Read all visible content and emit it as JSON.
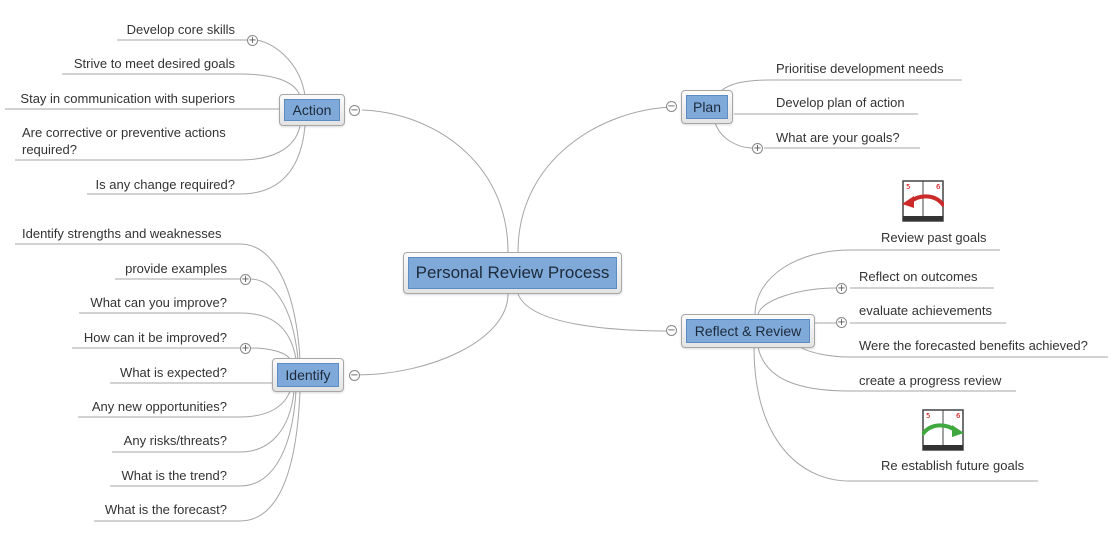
{
  "central": {
    "label": "Personal Review Process"
  },
  "branches": {
    "action": {
      "label": "Action",
      "items": [
        "Develop core skills",
        "Strive to meet desired goals",
        "Stay in communication with superiors",
        "Are corrective or preventive actions required?",
        "Is any change required?"
      ]
    },
    "plan": {
      "label": "Plan",
      "items": [
        "Prioritise development needs",
        "Develop plan of action",
        "What are your goals?"
      ]
    },
    "identify": {
      "label": "Identify",
      "items": [
        "Identify strengths and weaknesses",
        "provide examples",
        "What can you improve?",
        "How can it be improved?",
        "What is expected?",
        "Any new opportunities?",
        "Any risks/threats?",
        "What is the trend?",
        "What is the forecast?"
      ]
    },
    "reflect": {
      "label": "Reflect & Review",
      "items": [
        "Review past goals",
        "Reflect on outcomes",
        "evaluate achievements",
        "Were the forecasted benefits achieved?",
        "create a progress review",
        "Re establish future goals"
      ]
    }
  },
  "toggles": {
    "expand": "+",
    "collapse": "−"
  },
  "icons": {
    "past_goals": "calendar-back-arrow-icon",
    "future_goals": "calendar-forward-arrow-icon"
  },
  "colors": {
    "node_fill": "#7fa9d9",
    "line": "#9b9b9b",
    "back_arrow": "#cc2a2a",
    "forward_arrow": "#3fa83f"
  }
}
